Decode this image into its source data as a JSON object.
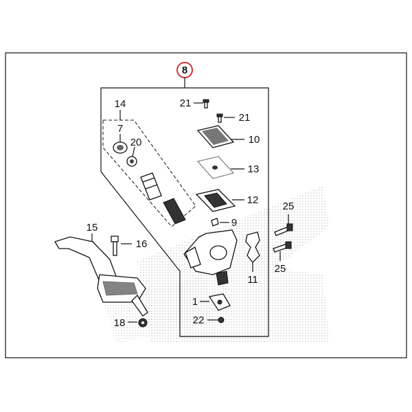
{
  "diagram": {
    "labels": {
      "p1": "1",
      "p7": "7",
      "p8": "8",
      "p9": "9",
      "p10": "10",
      "p11": "11",
      "p12": "12",
      "p13": "13",
      "p14": "14",
      "p15": "15",
      "p16": "16",
      "p18": "18",
      "p20": "20",
      "p21a": "21",
      "p21b": "21",
      "p22": "22",
      "p25a": "25",
      "p25b": "25"
    },
    "callout_color": "#d93030"
  }
}
